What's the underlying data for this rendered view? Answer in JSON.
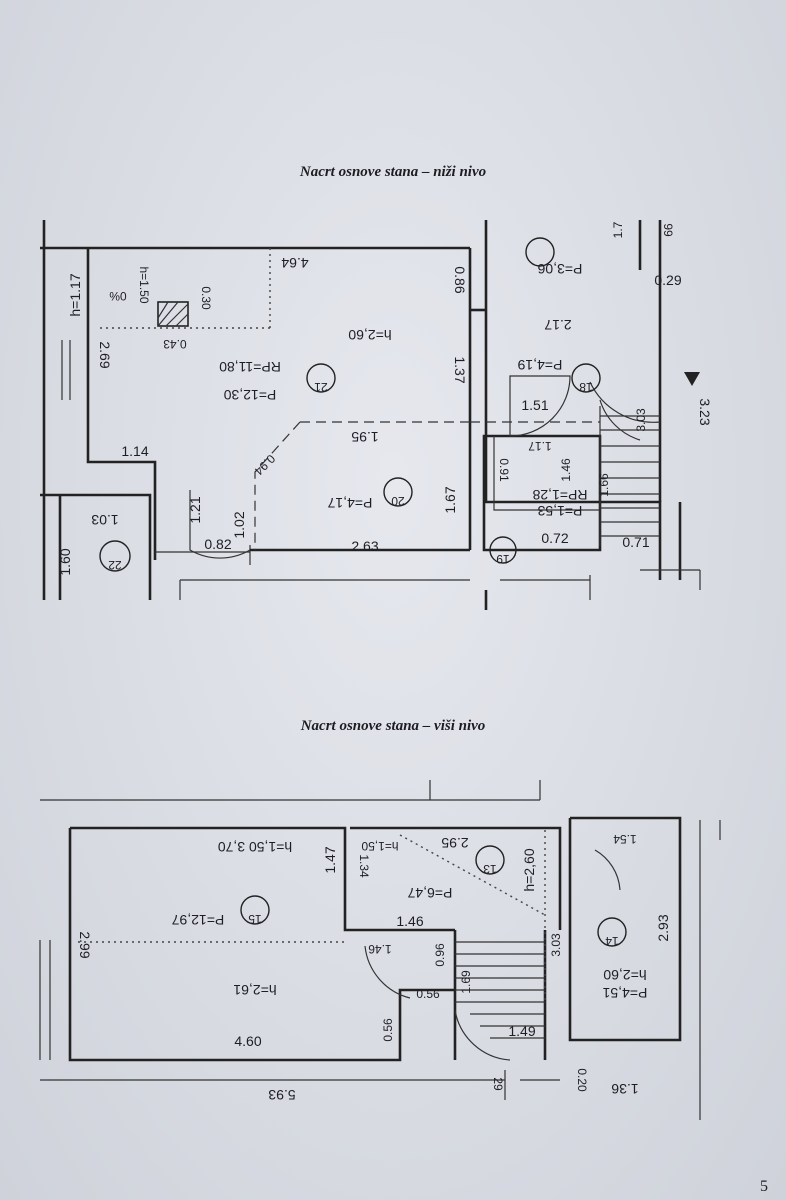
{
  "headings": {
    "lower": "Nacrt osnove stana – niži nivo",
    "upper": "Nacrt osnove stana – viši nivo"
  },
  "lower_plan": {
    "rooms": {
      "r21": {
        "num": "21",
        "area": "P=12,30",
        "rp": "RP=11,80",
        "height": "h=2,60"
      },
      "r20": {
        "num": "20",
        "area": "P=4,17"
      },
      "r19": {
        "num": "19",
        "area": "P=1,53",
        "rp": "RP=1,28"
      },
      "r18": {
        "num": "18",
        "area": "P=4,19"
      },
      "r22": {
        "num": "22"
      },
      "top_right": {
        "area": "P=3,06"
      }
    },
    "dims": {
      "h117": "h=1.17",
      "d464": "4.64",
      "d086": "0.86",
      "h150": "h=1.50",
      "pct": "0%",
      "d030": "0.30",
      "d043": "0.43",
      "d269": "2.69",
      "d137": "1.37",
      "d217": "2.17",
      "d151": "1.51",
      "d303": "3.03",
      "d323": "3.23",
      "d195": "1.95",
      "d117b": "1.17",
      "d146": "1.46",
      "d091": "0.91",
      "d114": "1.14",
      "d094": "0.94",
      "d167": "1.67",
      "d166": "1.66",
      "d121": "1.21",
      "d102": "1.02",
      "d103": "1.03",
      "d160": "1.60",
      "d082": "0.82",
      "d263": "2.63",
      "d072": "0.72",
      "d071": "0.71",
      "d017": "1.7",
      "d099": "99",
      "d029": "0.29"
    }
  },
  "upper_plan": {
    "rooms": {
      "r15": {
        "num": "15",
        "area": "P=12,97",
        "height": "h=2,61",
        "height2": "h=1,50 3,70"
      },
      "r13": {
        "num": "13",
        "area": "P=6,47",
        "height": "h=2,60",
        "height2": "h=1,50"
      },
      "r14": {
        "num": "14",
        "area": "P=4,51",
        "height": "h=2,60"
      }
    },
    "dims": {
      "d147": "1.47",
      "d134": "1.34",
      "d295": "2.95",
      "d154": "1.54",
      "d293": "2.93",
      "d299": "2.99",
      "d146": "1.46",
      "d146b": "1.46",
      "d096": "0.96",
      "d303": "3.03",
      "d169": "1.69",
      "d056": "0.56",
      "d056b": "0.56",
      "d460": "4.60",
      "d149": "1.49",
      "d593": "5.93",
      "d029": "29",
      "d020": "0.20",
      "d136": "1.36"
    }
  },
  "page_number": "5"
}
